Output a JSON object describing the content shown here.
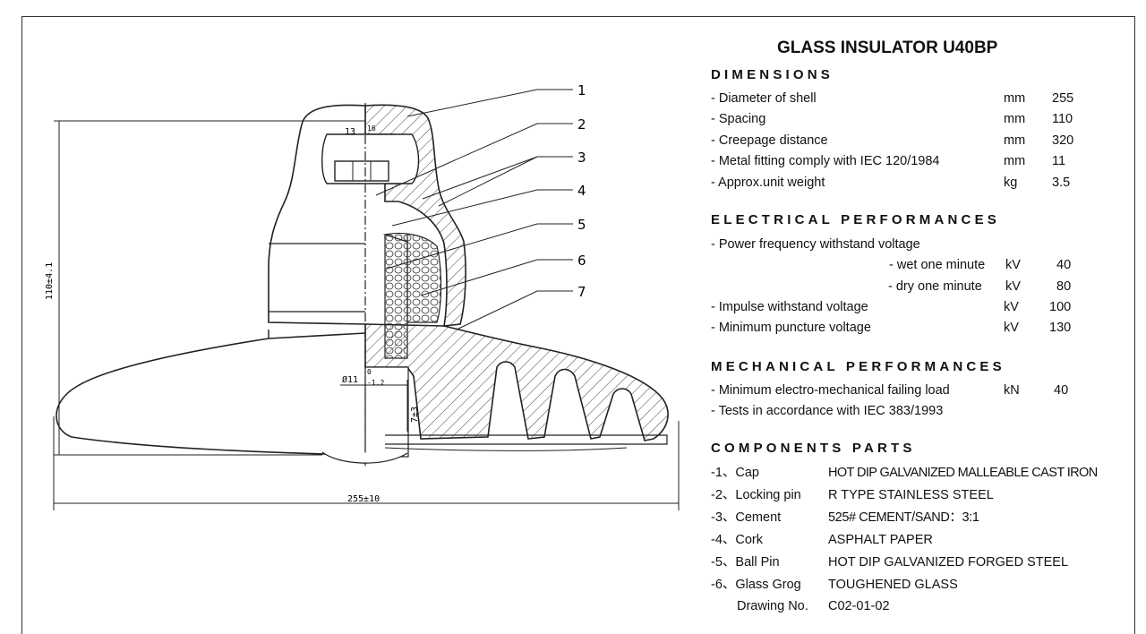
{
  "title": "GLASS INSULATOR  U40BP",
  "dimensions": {
    "heading": "DIMENSIONS",
    "rows": [
      {
        "label": "- Diameter of shell",
        "unit": "mm",
        "value": "255"
      },
      {
        "label": "- Spacing",
        "unit": "mm",
        "value": "110"
      },
      {
        "label": "- Creepage distance",
        "unit": "mm",
        "value": "320"
      },
      {
        "label": "- Metal fitting comply with IEC  120/1984",
        "unit": "mm",
        "value": "11"
      },
      {
        "label": "- Approx.unit weight",
        "unit": "kg",
        "value": "3.5"
      }
    ]
  },
  "electrical": {
    "heading": "ELECTRICAL   PERFORMANCES",
    "pf_label": "- Power frequency withstand voltage",
    "wet": {
      "label": "- wet one minute",
      "unit": "kV",
      "value": "40"
    },
    "dry": {
      "label": "- dry one minute",
      "unit": "kV",
      "value": "80"
    },
    "impulse": {
      "label": "- Impulse withstand voltage",
      "unit": "kV",
      "value": "100"
    },
    "puncture": {
      "label": "- Minimum puncture voltage",
      "unit": "kV",
      "value": "130"
    }
  },
  "mechanical": {
    "heading": "MECHANICAL   PERFORMANCES",
    "failing": {
      "label": "- Minimum electro-mechanical failing load",
      "unit": "kN",
      "value": "40"
    },
    "tests": "- Tests in accordance with IEC 383/1993"
  },
  "components": {
    "heading": "COMPONENTS   PARTS",
    "items": [
      {
        "id": "-1、Cap",
        "desc": "HOT DIP GALVANIZED MALLEABLE CAST IRON"
      },
      {
        "id": "-2、Locking pin",
        "desc": "R TYPE STAINLESS STEEL"
      },
      {
        "id": "-3、Cement",
        "desc": "525# CEMENT/SAND：3:1"
      },
      {
        "id": "-4、Cork",
        "desc": "ASPHALT PAPER"
      },
      {
        "id": "-5、Ball Pin",
        "desc": "HOT DIP GALVANIZED FORGED STEEL"
      },
      {
        "id": "-6、Glass Grog",
        "desc": "TOUGHENED GLASS"
      }
    ],
    "drawing_label": "Drawing No.",
    "drawing_no": "C02-01-02"
  },
  "drawing": {
    "callouts": [
      "1",
      "2",
      "3",
      "4",
      "5",
      "6",
      "7"
    ],
    "dim_height": "110±4.1",
    "dim_width": "255±10",
    "dim_hole": "Ø11",
    "dim_hole_tol_upper": "0",
    "dim_hole_tol_lower": "-1.2",
    "dim_pin": "7±3",
    "dim_slot_a": "13",
    "dim_slot_b": "16"
  }
}
